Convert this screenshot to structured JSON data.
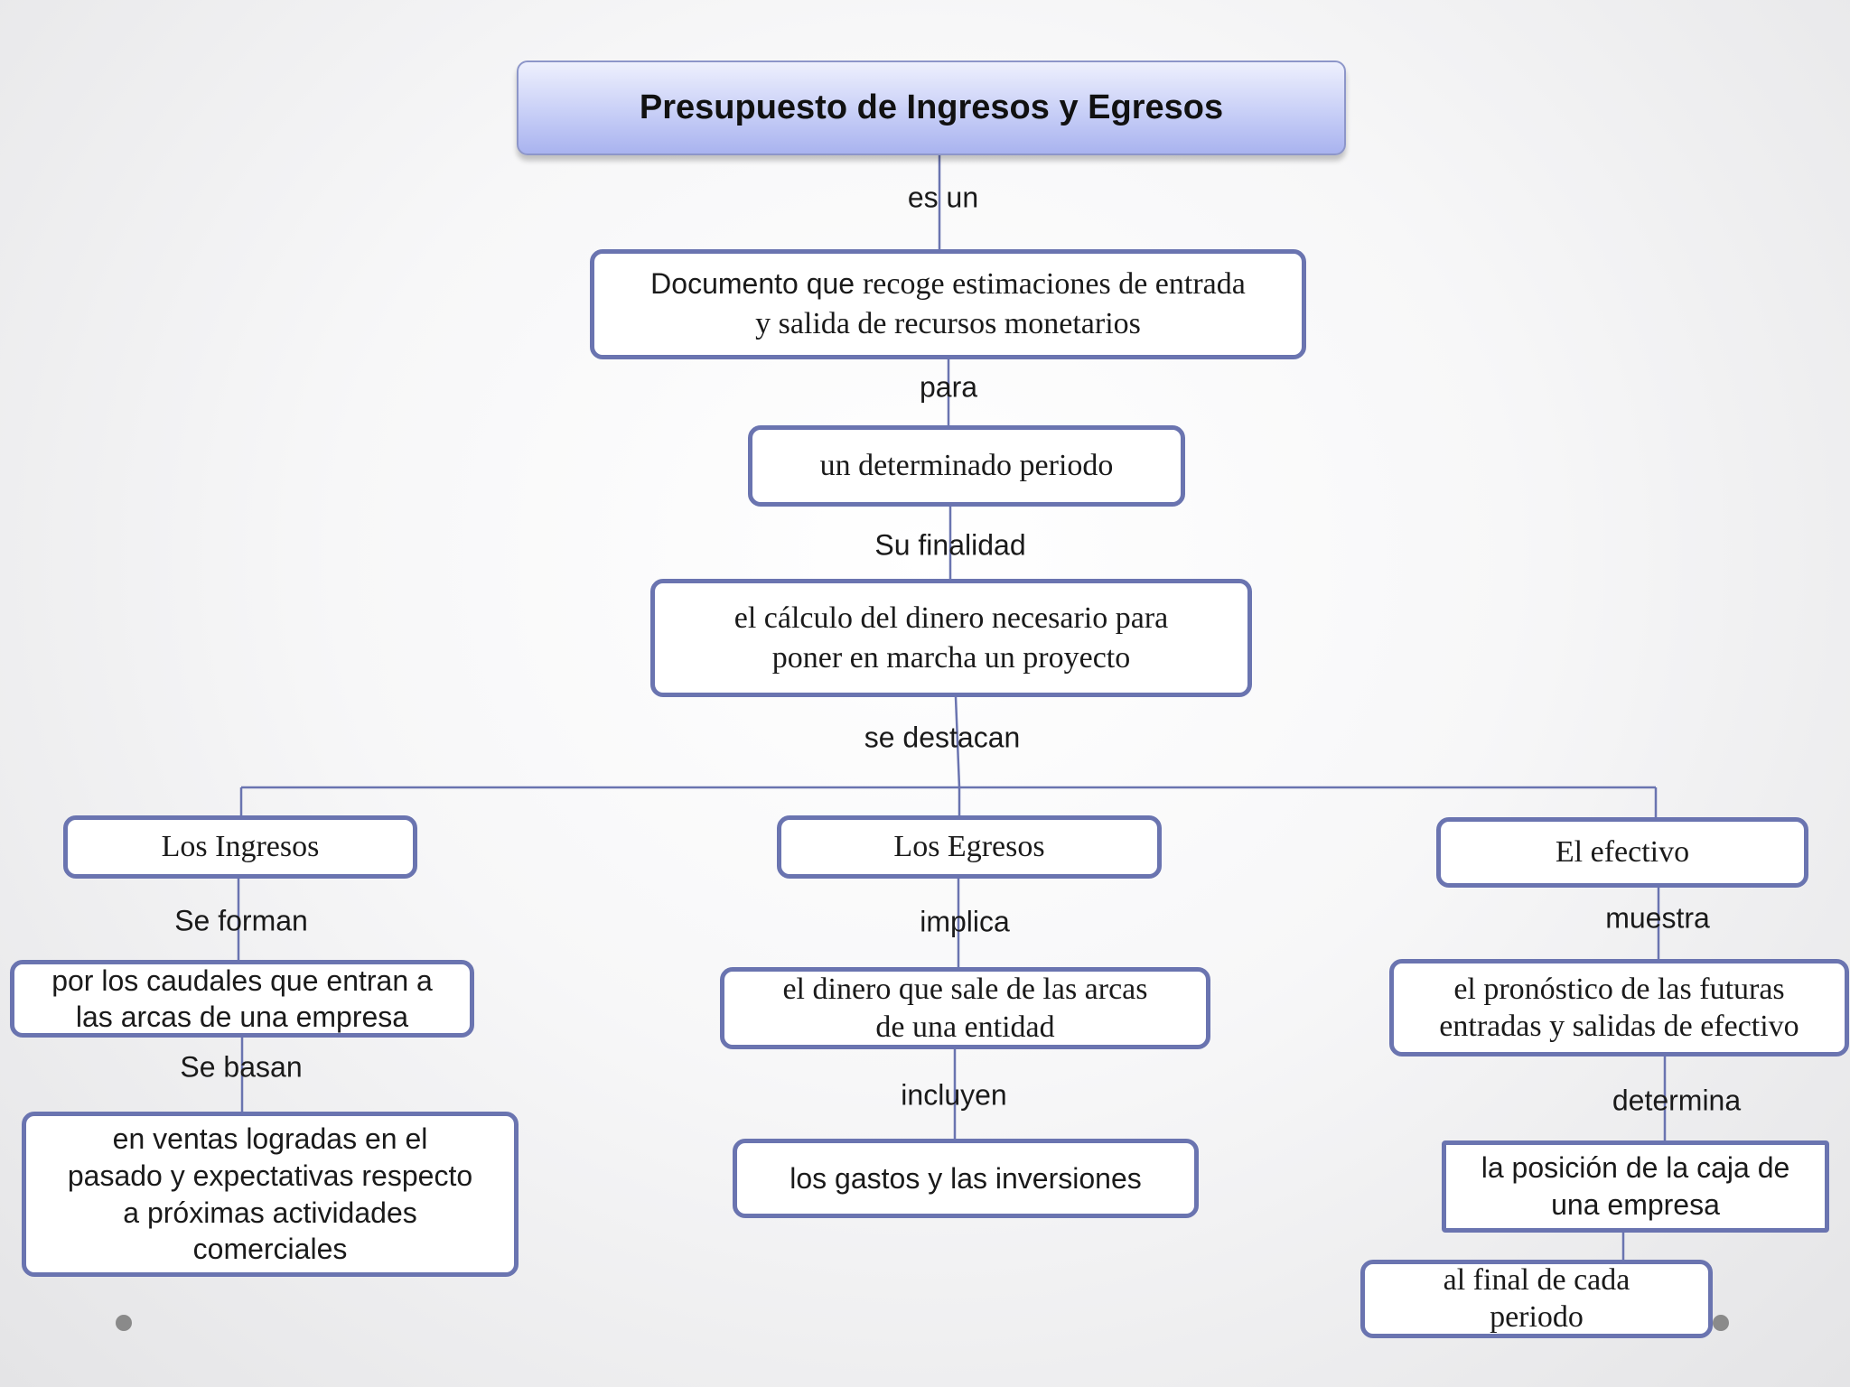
{
  "diagram": {
    "title": "Presupuesto de Ingresos y Egresos",
    "nodes": {
      "documento_prefix": "Documento que ",
      "documento_rest_1": " recoge estimaciones de entrada",
      "documento_rest_2": "y salida de recursos monetarios",
      "periodo": "un determinado periodo",
      "calculo_1": "el cálculo del dinero necesario para",
      "calculo_2": "poner en marcha un proyecto",
      "ingresos": "Los Ingresos",
      "egresos": "Los Egresos",
      "efectivo": "El efectivo",
      "caudales_1": "por los caudales que entran a",
      "caudales_2": "las arcas de una empresa",
      "ventas_1": "en ventas logradas en el",
      "ventas_2": "pasado y expectativas respecto",
      "ventas_3": "a próximas actividades",
      "ventas_4": "comerciales",
      "dinero_sale_1": "el dinero que sale de las arcas",
      "dinero_sale_2": "de una entidad",
      "gastos": "los gastos y las inversiones",
      "pronostico_1": "el pronóstico de las futuras",
      "pronostico_2": "entradas y salidas de efectivo",
      "posicion_1": "la posición de la caja de",
      "posicion_2": "una empresa",
      "final_1": "al final de cada",
      "final_2": "periodo"
    },
    "links": {
      "es_un": "es un",
      "para": "para",
      "su_finalidad": "Su finalidad",
      "se_destacan": "se destacan",
      "se_forman": "Se forman",
      "se_basan": "Se basan",
      "implica": "implica",
      "incluyen": "incluyen",
      "muestra": "muestra",
      "determina": "determina"
    },
    "colors": {
      "border": "#6a74b0",
      "title_fill": "#c8cff7",
      "connector": "#6a74b0"
    }
  }
}
